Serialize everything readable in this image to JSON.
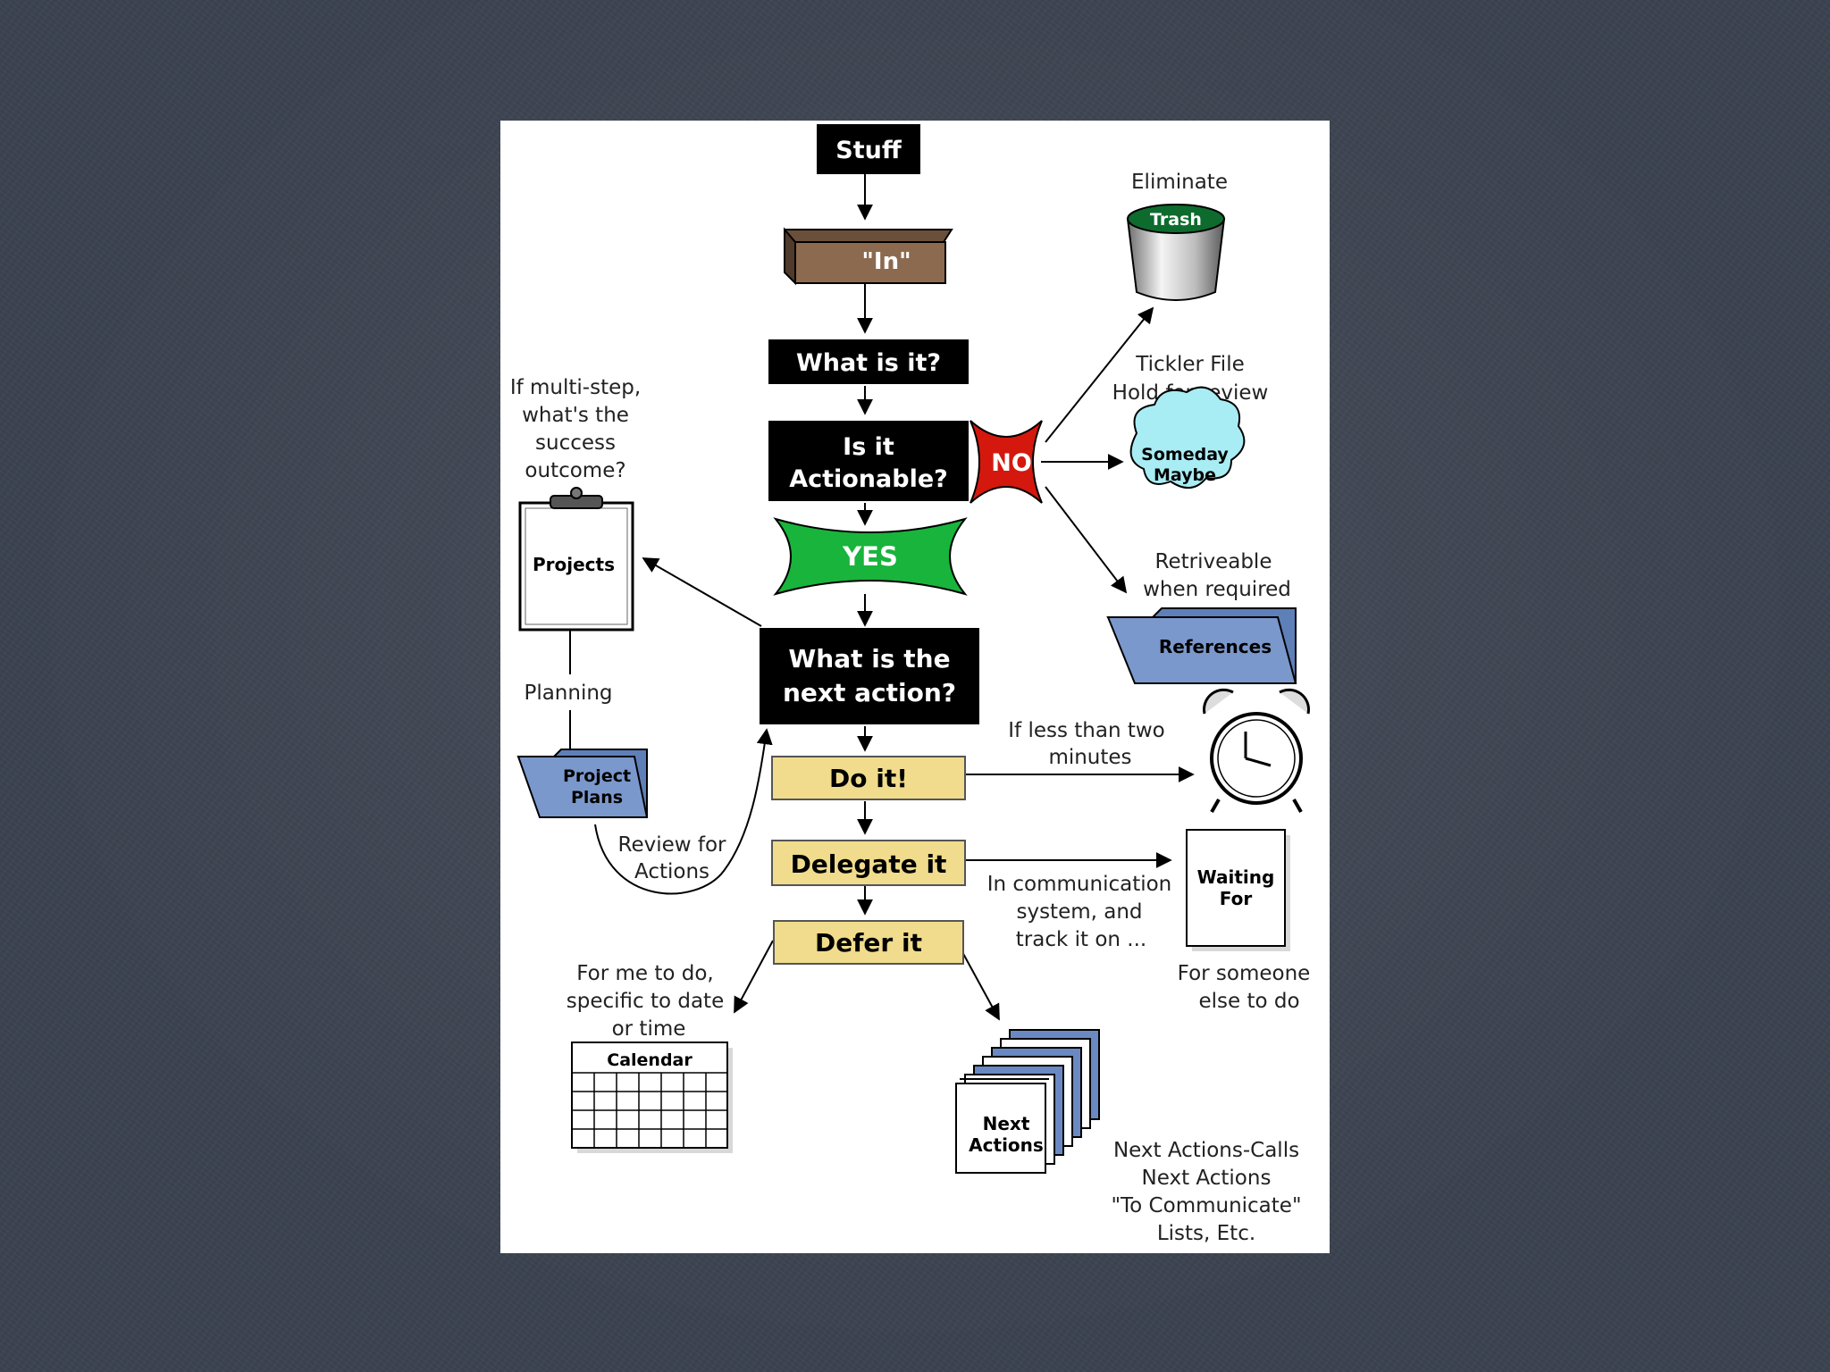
{
  "diagram": {
    "nodes": {
      "stuff": "Stuff",
      "in": "\"In\"",
      "what_is_it": "What is it?",
      "is_actionable_line1": "Is it",
      "is_actionable_line2": "Actionable?",
      "no": "NO",
      "yes": "YES",
      "next_action_line1": "What is the",
      "next_action_line2": "next action?",
      "do_it": "Do it!",
      "delegate_it": "Delegate it",
      "defer_it": "Defer it",
      "trash": "Trash",
      "someday_line1": "Someday",
      "someday_line2": "Maybe",
      "references": "References",
      "projects": "Projects",
      "project_plans_line1": "Project",
      "project_plans_line2": "Plans",
      "waiting_line1": "Waiting",
      "waiting_line2": "For",
      "calendar": "Calendar",
      "next_actions_line1": "Next",
      "next_actions_line2": "Actions"
    },
    "labels": {
      "eliminate": "Eliminate",
      "tickler_line1": "Tickler File",
      "tickler_line2": "Hold for review",
      "retrievable_line1": "Retriveable",
      "retrievable_line2": "when required",
      "multistep_line1": "If multi-step,",
      "multistep_line2": "what's the",
      "multistep_line3": "success",
      "multistep_line4": "outcome?",
      "planning": "Planning",
      "review_line1": "Review for",
      "review_line2": "Actions",
      "less_two_line1": "If less than two",
      "less_two_line2": "minutes",
      "comm_line1": "In communication",
      "comm_line2": "system, and",
      "comm_line3": "track it on ...",
      "someone_line1": "For someone",
      "someone_line2": "else to do",
      "forme_line1": "For me to do,",
      "forme_line2": "specific to date",
      "forme_line3": "or time",
      "lists_line1": "Next Actions-Calls",
      "lists_line2": "Next Actions",
      "lists_line3": "\"To Communicate\"",
      "lists_line4": "Lists, Etc."
    },
    "colors": {
      "background": "#3c4350",
      "black_box": "#000000",
      "tan_box": "#f0dc8c",
      "in_tray": "#8c6a4f",
      "no_star": "#d4180e",
      "yes_star": "#18b43c",
      "folder_blue": "#7b98cc",
      "cloud": "#a8ecf4"
    }
  }
}
